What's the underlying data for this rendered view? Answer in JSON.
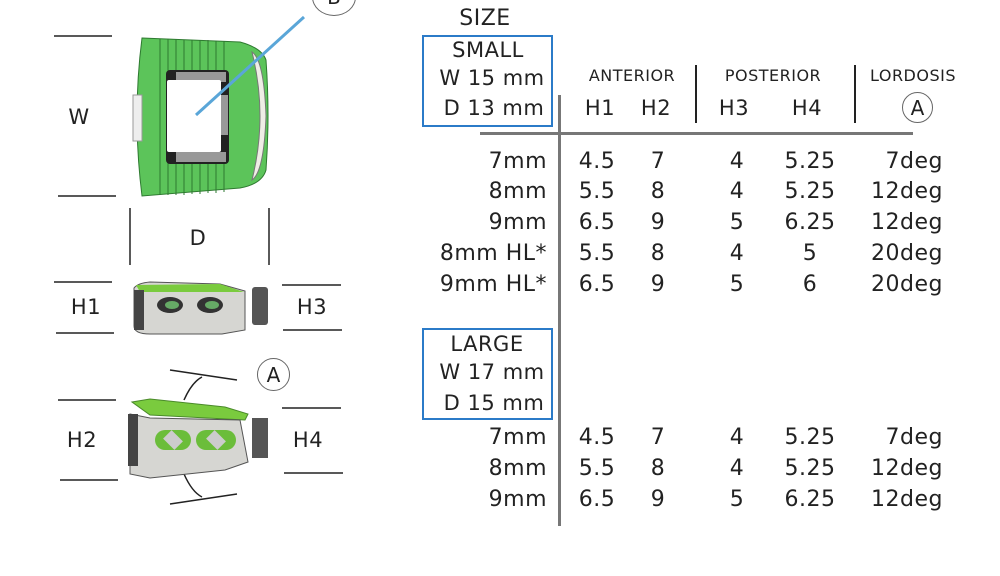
{
  "diagram": {
    "callout_top": "B",
    "callout_angle": "A",
    "dim_w": "W",
    "dim_d": "D",
    "dim_h1": "H1",
    "dim_h2": "H2",
    "dim_h3": "H3",
    "dim_h4": "H4"
  },
  "table": {
    "size_label": "SIZE",
    "groups": {
      "anterior": "ANTERIOR",
      "posterior": "POSTERIOR",
      "lordosis": "LORDOSIS",
      "lordosis_marker": "A"
    },
    "columns": [
      "H1",
      "H2",
      "H3",
      "H4"
    ],
    "sections": [
      {
        "name": "SMALL",
        "width": "W 15 mm",
        "depth": "D 13 mm",
        "rows": [
          {
            "size": "7mm",
            "h1": "4.5",
            "h2": "7",
            "h3": "4",
            "h4": "5.25",
            "lordosis": "7deg"
          },
          {
            "size": "8mm",
            "h1": "5.5",
            "h2": "8",
            "h3": "4",
            "h4": "5.25",
            "lordosis": "12deg"
          },
          {
            "size": "9mm",
            "h1": "6.5",
            "h2": "9",
            "h3": "5",
            "h4": "6.25",
            "lordosis": "12deg"
          },
          {
            "size": "8mm HL*",
            "h1": "5.5",
            "h2": "8",
            "h3": "4",
            "h4": "5",
            "lordosis": "20deg"
          },
          {
            "size": "9mm HL*",
            "h1": "6.5",
            "h2": "9",
            "h3": "5",
            "h4": "6",
            "lordosis": "20deg"
          }
        ]
      },
      {
        "name": "LARGE",
        "width": "W 17 mm",
        "depth": "D 15 mm",
        "rows": [
          {
            "size": "7mm",
            "h1": "4.5",
            "h2": "7",
            "h3": "4",
            "h4": "5.25",
            "lordosis": "7deg"
          },
          {
            "size": "8mm",
            "h1": "5.5",
            "h2": "8",
            "h3": "4",
            "h4": "5.25",
            "lordosis": "12deg"
          },
          {
            "size": "9mm",
            "h1": "6.5",
            "h2": "9",
            "h3": "5",
            "h4": "6.25",
            "lordosis": "12deg"
          }
        ]
      }
    ]
  },
  "colors": {
    "accent": "#2b7bc8",
    "implant_green": "#5cc45a"
  }
}
